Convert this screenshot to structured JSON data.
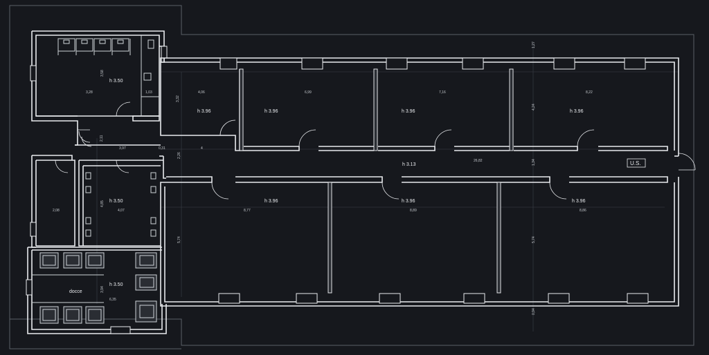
{
  "labels": {
    "left_upper_height": "h 3.50",
    "left_mid_height": "h 3.50",
    "left_lower_height": "h 3.50",
    "showers": "docce",
    "corridor_height": "h 3.13",
    "room_top_1": "h 3.96",
    "room_top_2": "h 3.96",
    "room_top_3": "h 3.96",
    "room_top_4": "h 3.96",
    "room_bot_1": "h 3.96",
    "room_bot_2": "h 3.96",
    "room_bot_3": "h 3.96",
    "exit": "U.S."
  },
  "dimensions": {
    "d_3_58": "3,58",
    "d_3_28": "3,28",
    "d_1_03": "1,03",
    "d_3_32": "3,32",
    "d_4_06": "4,06",
    "d_6_99": "6,99",
    "d_7_16": "7,16",
    "d_8_22": "8,22",
    "d_4_24": "4,24",
    "d_1_27": "1,27",
    "d_2_11": "2,11",
    "d_3_97": "3,97",
    "d_0_31": "0,31",
    "d_4": "4",
    "d_2_26": "2,26",
    "d_26_82": "26,82",
    "d_1_34": "1,34",
    "d_4_85": "4,85",
    "d_4_07": "4,07",
    "d_2_08": "2,08",
    "d_8_77": "8,77",
    "d_8_89": "8,89",
    "d_8_86": "8,86",
    "d_5_74_a": "5,74",
    "d_5_74_b": "5,74",
    "d_3_94": "3,94",
    "d_6_35": "6,35",
    "d_0_94": "0,94"
  }
}
